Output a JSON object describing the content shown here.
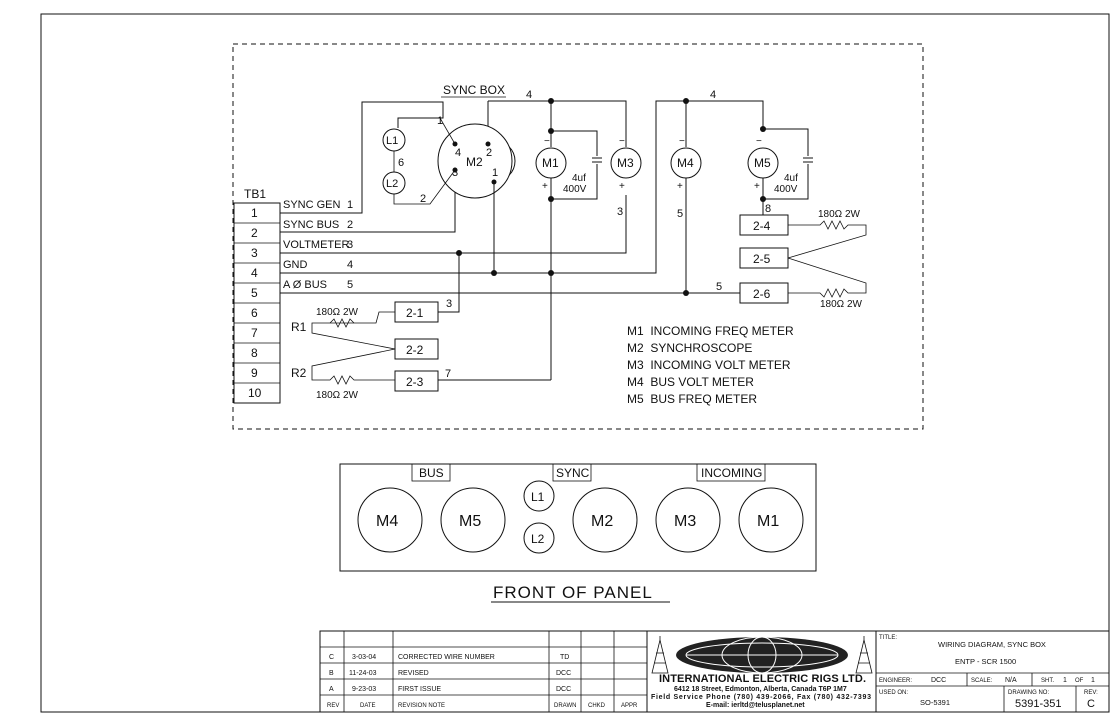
{
  "schematic": {
    "title": "SYNC BOX",
    "tb_label": "TB1",
    "terminals": [
      "1",
      "2",
      "3",
      "4",
      "5",
      "6",
      "7",
      "8",
      "9",
      "10"
    ],
    "wires": [
      {
        "name": "SYNC GEN",
        "num": "1"
      },
      {
        "name": "SYNC BUS",
        "num": "2"
      },
      {
        "name": "VOLTMETER",
        "num": "3"
      },
      {
        "name": "GND",
        "num": "4"
      },
      {
        "name": "A Ø BUS",
        "num": "5"
      }
    ],
    "node_labels": {
      "top_left_4": "4",
      "top_right_4": "4",
      "n5_right": "5",
      "n3_left": "3",
      "n7": "7",
      "m3_3": "3",
      "m4_5": "5",
      "m5_8": "8"
    },
    "meters": {
      "m1": "M1",
      "m2": "M2",
      "m3": "M3",
      "m4": "M4",
      "m5": "M5",
      "l1": "L1",
      "l2": "L2"
    },
    "m2_pins": {
      "p1": "1",
      "p2": "2",
      "p3": "3",
      "p4": "4"
    },
    "lamp_wire_1": "1",
    "lamp_wire_2": "2",
    "lamp_mid": "6",
    "capacitor": [
      "4uf",
      "400V"
    ],
    "capacitor2": [
      "4uf",
      "400V"
    ],
    "relays": [
      "2-1",
      "2-2",
      "2-3",
      "2-4",
      "2-5",
      "2-6"
    ],
    "resistors": {
      "r1": "R1",
      "r2": "R2",
      "rating": "180Ω 2W"
    },
    "legend": [
      "M1  INCOMING FREQ METER",
      "M2  SYNCHROSCOPE",
      "M3  INCOMING VOLT METER",
      "M4  BUS VOLT METER",
      "M5  BUS FREQ METER"
    ]
  },
  "panel": {
    "groups": {
      "bus": "BUS",
      "sync": "SYNC",
      "incoming": "INCOMING"
    },
    "meters": [
      "M4",
      "M5",
      "M2",
      "M3",
      "M1"
    ],
    "lamps": [
      "L1",
      "L2"
    ],
    "caption": "FRONT OF PANEL"
  },
  "revisions": {
    "rows": [
      {
        "rev": "C",
        "date": "3-03-04",
        "note": "CORRECTED WIRE NUMBER",
        "drawn": "TD",
        "chkd": "",
        "appr": ""
      },
      {
        "rev": "B",
        "date": "11-24-03",
        "note": "REVISED",
        "drawn": "DCC",
        "chkd": "",
        "appr": ""
      },
      {
        "rev": "A",
        "date": "9-23-03",
        "note": "FIRST ISSUE",
        "drawn": "DCC",
        "chkd": "",
        "appr": ""
      }
    ],
    "headers": {
      "rev": "REV",
      "date": "DATE",
      "note": "REVISION NOTE",
      "drawn": "DRAWN",
      "chkd": "CHKD",
      "appr": "APPR"
    }
  },
  "company": {
    "name": "INTERNATIONAL ELECTRIC RIGS LTD.",
    "address": "6412 18 Street, Edmonton, Alberta, Canada  T6P 1M7",
    "phone": "Field Service Phone (780) 439-2066, Fax (780) 432-7393",
    "email": "E-mail: ierltd@telusplanet.net"
  },
  "titleblock": {
    "title_label": "TITLE:",
    "title_line1": "WIRING DIAGRAM, SYNC BOX",
    "title_line2": "ENTP - SCR 1500",
    "engineer_label": "ENGINEER:",
    "engineer": "DCC",
    "scale_label": "SCALE:",
    "scale": "N/A",
    "sheet_label": "SHT.",
    "sheet": "1",
    "of_label": "OF",
    "of": "1",
    "used_on_label": "USED ON:",
    "used_on": "SO-5391",
    "drawing_no_label": "DRAWING NO:",
    "drawing_no": "5391-351",
    "rev_label": "REV:",
    "rev": "C"
  }
}
